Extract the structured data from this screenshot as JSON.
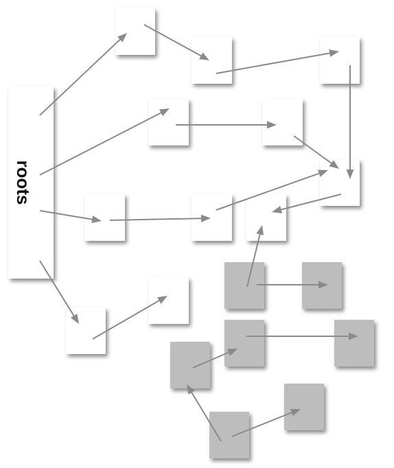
{
  "roots": {
    "label": "roots"
  },
  "colors": {
    "background": "#ffffff",
    "reachable_node": "#ffffff",
    "unreachable_node": "#bdbdbd",
    "edge": "#8a8a8a",
    "label": "#111111"
  },
  "nodes": [
    {
      "id": "n1",
      "state": "reachable"
    },
    {
      "id": "n2",
      "state": "reachable"
    },
    {
      "id": "n3",
      "state": "reachable"
    },
    {
      "id": "n4",
      "state": "reachable"
    },
    {
      "id": "n5",
      "state": "reachable"
    },
    {
      "id": "n6",
      "state": "reachable"
    },
    {
      "id": "n7",
      "state": "reachable"
    },
    {
      "id": "n8",
      "state": "reachable"
    },
    {
      "id": "n9",
      "state": "reachable"
    },
    {
      "id": "n10",
      "state": "reachable"
    },
    {
      "id": "n11",
      "state": "reachable"
    },
    {
      "id": "g1",
      "state": "unreachable"
    },
    {
      "id": "g2",
      "state": "unreachable"
    },
    {
      "id": "g3",
      "state": "unreachable"
    },
    {
      "id": "g4",
      "state": "unreachable"
    },
    {
      "id": "g5",
      "state": "unreachable"
    },
    {
      "id": "g6",
      "state": "unreachable"
    },
    {
      "id": "g7",
      "state": "unreachable"
    }
  ],
  "edges": [
    {
      "from": "roots",
      "to": "n1"
    },
    {
      "from": "n1",
      "to": "n2"
    },
    {
      "from": "n2",
      "to": "n3"
    },
    {
      "from": "n3",
      "to": "n7"
    },
    {
      "from": "roots",
      "to": "n4"
    },
    {
      "from": "n4",
      "to": "n5"
    },
    {
      "from": "n5",
      "to": "n7"
    },
    {
      "from": "roots",
      "to": "n6"
    },
    {
      "from": "n6",
      "to": "n8"
    },
    {
      "from": "n8",
      "to": "n7"
    },
    {
      "from": "n7",
      "to": "n9"
    },
    {
      "from": "roots",
      "to": "n10"
    },
    {
      "from": "n10",
      "to": "n11"
    },
    {
      "from": "g1",
      "to": "n9"
    },
    {
      "from": "g1",
      "to": "g2"
    },
    {
      "from": "g3",
      "to": "g4"
    },
    {
      "from": "g5",
      "to": "g3"
    },
    {
      "from": "g6",
      "to": "g5"
    },
    {
      "from": "g6",
      "to": "g7"
    }
  ]
}
